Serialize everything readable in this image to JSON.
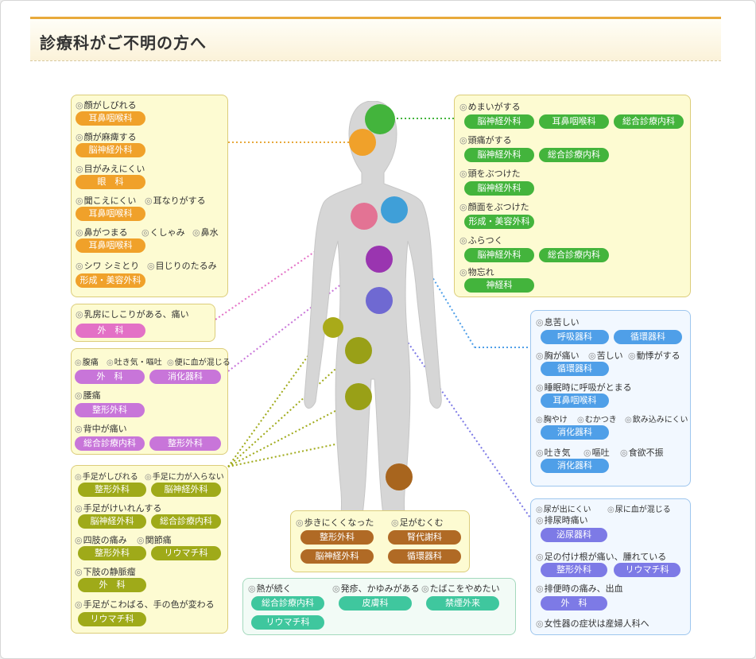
{
  "page": {
    "title": "診療科がご不明の方へ"
  },
  "colors": {
    "orange": "#f0a12a",
    "green": "#43b43c",
    "pink": "#e371c6",
    "violet": "#c875d9",
    "olive": "#9faa19",
    "brown": "#b06a25",
    "blue": "#4f9fe8",
    "purple": "#7d7ae6",
    "teal": "#3fc79e",
    "accent": "#e8a93b"
  },
  "boxes": {
    "face": {
      "s1": "顔がしびれる",
      "t1": "耳鼻咽喉科",
      "s2": "顔が麻痺する",
      "t2": "脳神経外科",
      "s3": "目がみえにくい",
      "t3": "眼　科",
      "s4a": "聞こえにくい",
      "s4b": "耳なりがする",
      "t4": "耳鼻咽喉科",
      "s5a": "鼻がつまる",
      "s5b": "くしゃみ",
      "s5c": "鼻水",
      "t5": "耳鼻咽喉科",
      "s6a": "シワ シミとり",
      "s6b": "目じりのたるみ",
      "t6": "形成・美容外科"
    },
    "head": {
      "s1": "めまいがする",
      "t1a": "脳神経外科",
      "t1b": "耳鼻咽喉科",
      "t1c": "総合診療内科",
      "s2": "頭痛がする",
      "t2a": "脳神経外科",
      "t2b": "総合診療内科",
      "s3": "頭をぶつけた",
      "t3": "脳神経外科",
      "s4": "顔面をぶつけた",
      "t4": "形成・美容外科",
      "s5": "ふらつく",
      "t5a": "脳神経外科",
      "t5b": "総合診療内科",
      "s6": "物忘れ",
      "t6": "神経科"
    },
    "breast": {
      "s1": "乳房にしこりがある、痛い",
      "t1": "外　科"
    },
    "abdomen": {
      "s1a": "腹痛",
      "s1b": "吐き気・嘔吐",
      "s1c": "便に血が混じる",
      "t1a": "外　科",
      "t1b": "消化器科",
      "s2": "腰痛",
      "t2": "整形外科",
      "s3": "背中が痛い",
      "t3a": "総合診療内科",
      "t3b": "整形外科"
    },
    "chest": {
      "s1": "息苦しい",
      "t1a": "呼吸器科",
      "t1b": "循環器科",
      "s2a": "胸が痛い",
      "s2b": "苦しい",
      "s2c": "動悸がする",
      "t2": "循環器科",
      "s3": "睡眠時に呼吸がとまる",
      "t3": "耳鼻咽喉科",
      "s4a": "胸やけ",
      "s4b": "むかつき",
      "s4c": "飲み込みにくい",
      "t4": "消化器科",
      "s5a": "吐き気",
      "s5b": "嘔吐",
      "s5c": "食欲不振",
      "t5": "消化器科"
    },
    "limbs": {
      "s1a": "手足がしびれる",
      "s1b": "手足に力が入らない",
      "t1a": "整形外科",
      "t1b": "脳神経外科",
      "s2": "手足がけいれんする",
      "t2a": "脳神経外科",
      "t2b": "総合診療内科",
      "s3a": "四肢の痛み",
      "s3b": "関節痛",
      "t3a": "整形外科",
      "t3b": "リウマチ科",
      "s4": "下肢の静脈瘤",
      "t4": "外　科",
      "s5": "手足がこわばる、手の色が変わる",
      "t5": "リウマチ科"
    },
    "legs": {
      "s1a": "歩きにくくなった",
      "s1b": "足がむくむ",
      "t1a": "整形外科",
      "t1b": "腎代謝科",
      "t2a": "脳神経外科",
      "t2b": "循環器科"
    },
    "urinary": {
      "s1a": "尿が出にくい",
      "s1b": "尿に血が混じる",
      "s2": "排尿時痛い",
      "t2": "泌尿器科",
      "s3": "足の付け根が痛い、腫れている",
      "t3a": "整形外科",
      "t3b": "リウマチ科",
      "s4": "排便時の痛み、出血",
      "t4": "外　科",
      "s5": "女性器の症状は産婦人科へ"
    },
    "general": {
      "s1": "熱が続く",
      "s2": "発疹、かゆみがある",
      "s3": "たばこをやめたい",
      "t1": "総合診療内科",
      "t2": "皮膚科",
      "t3": "禁煙外来",
      "t4": "リウマチ科"
    }
  }
}
